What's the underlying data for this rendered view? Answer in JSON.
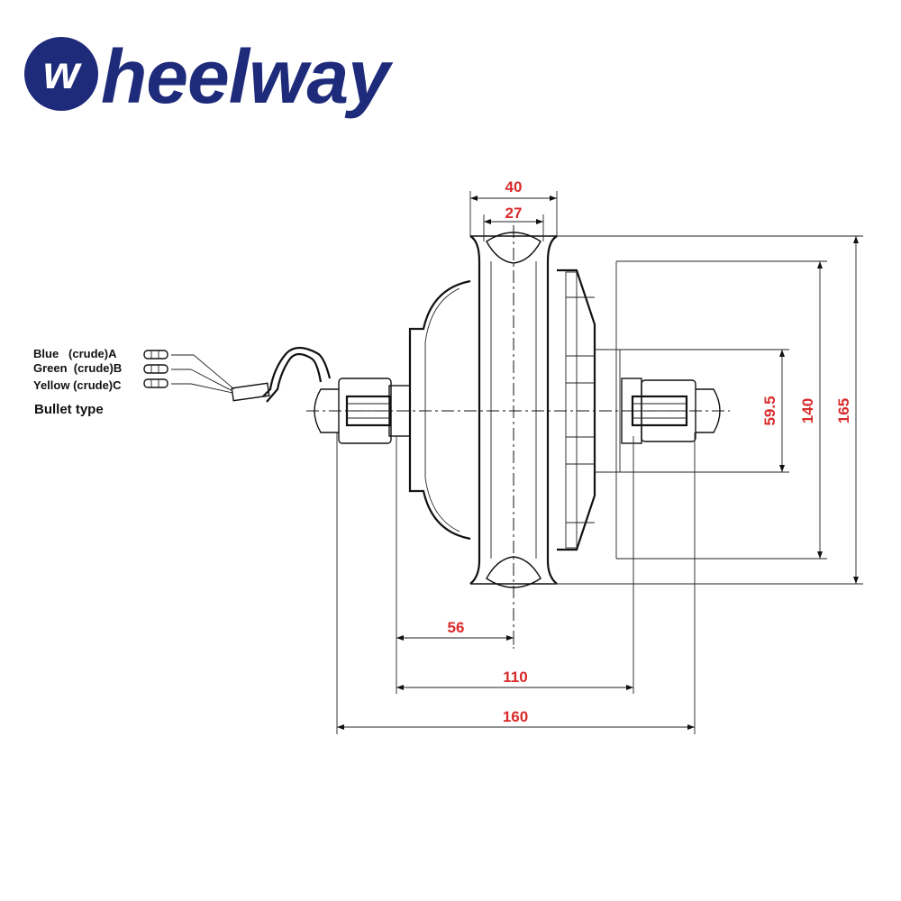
{
  "brand": {
    "logo_mark": "w",
    "name": "heelway",
    "color": "#1e2a7a"
  },
  "dimensions": {
    "hub_width": "40",
    "rim_width": "27",
    "center_to_flange": "56",
    "dropout_spacing": "110",
    "axle_length": "160",
    "bearing_diameter": "59.5",
    "stator_diameter": "140",
    "outer_diameter": "165",
    "color": "#d92b2b"
  },
  "wiring": {
    "wires": [
      {
        "label": "Blue   (crude)A"
      },
      {
        "label": "Green  (crude)B"
      },
      {
        "label": "Yellow (crude)C"
      }
    ],
    "connector_label": "Bullet type"
  }
}
